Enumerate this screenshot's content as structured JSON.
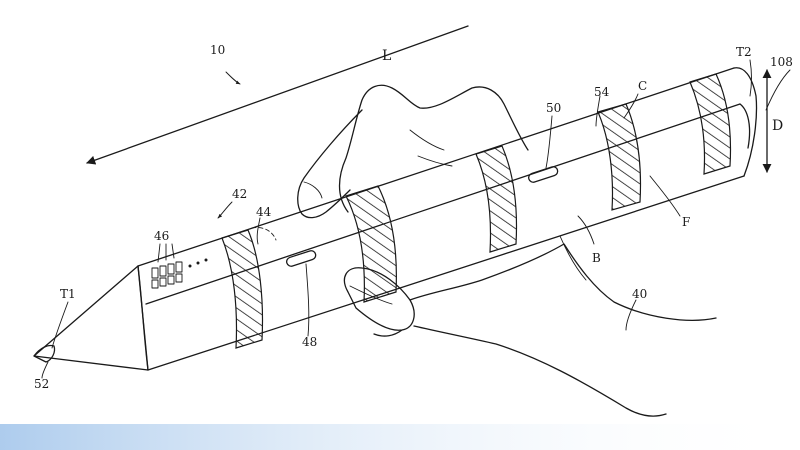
{
  "figure": {
    "labels": {
      "device": "10",
      "length": "L",
      "second_tip": "T2",
      "end_ref": "108",
      "diameter": "D",
      "ring_54": "54",
      "ring_c": "C",
      "button_50": "50",
      "region_42": "42",
      "element_44": "44",
      "sensors_46": "46",
      "first_tip": "T1",
      "button_48": "48",
      "tip_52": "52",
      "body_b": "B",
      "flat_f": "F",
      "hand_40": "40"
    }
  }
}
